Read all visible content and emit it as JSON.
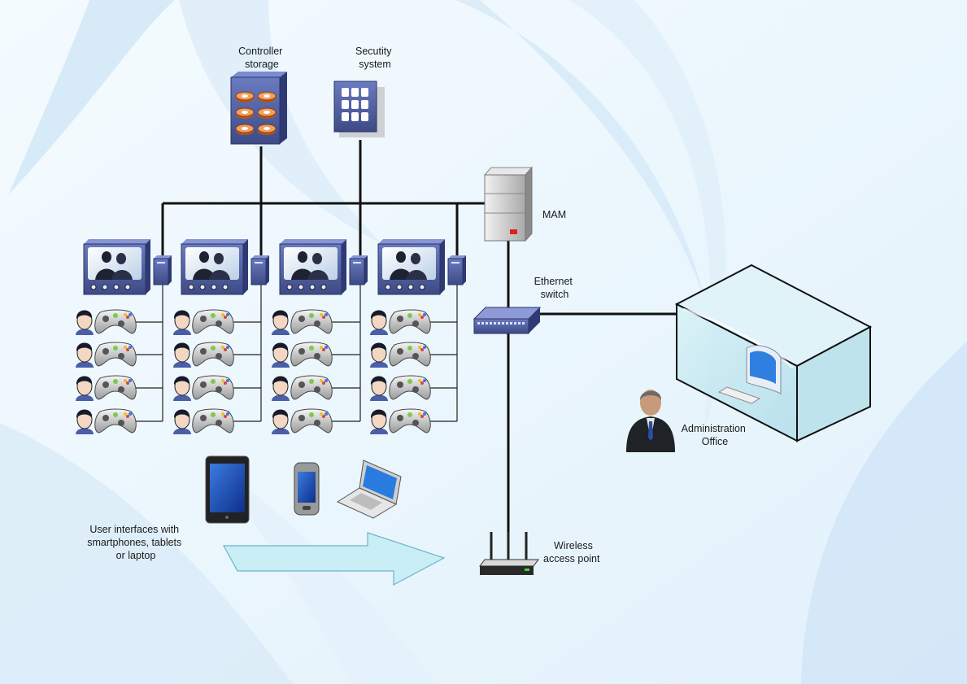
{
  "labels": {
    "controller_storage": [
      "Controller",
      "storage"
    ],
    "security_system": [
      "Secutity",
      "system"
    ],
    "mam": [
      "MAM"
    ],
    "ethernet_switch": [
      "Ethernet",
      "switch"
    ],
    "administration_office": [
      "Administration",
      "Office"
    ],
    "wireless_access_point": [
      "Wireless",
      "access point"
    ],
    "user_interfaces": [
      "User interfaces with",
      "smartphones, tablets",
      "or laptop"
    ]
  },
  "icons": {
    "storage": "storage-array-icon",
    "security": "keypad-icon",
    "server": "server-icon",
    "switch": "ethernet-switch-icon",
    "router": "wireless-router-icon",
    "tv": "tv-icon",
    "console": "console-box-icon",
    "player": "player-avatar-icon",
    "gamepad": "gamepad-icon",
    "tablet": "tablet-icon",
    "phone": "smartphone-icon",
    "laptop": "laptop-icon",
    "office": "office-room-icon",
    "monitor": "monitor-icon",
    "admin": "businessman-icon",
    "arrow": "arrow-icon"
  },
  "stations": 4,
  "players_per_station": 4,
  "colors": {
    "background": "#eef7fd",
    "wire": "#111111",
    "device_blue": "#4a5a9a",
    "arrow_fill": "#c9eef5"
  }
}
